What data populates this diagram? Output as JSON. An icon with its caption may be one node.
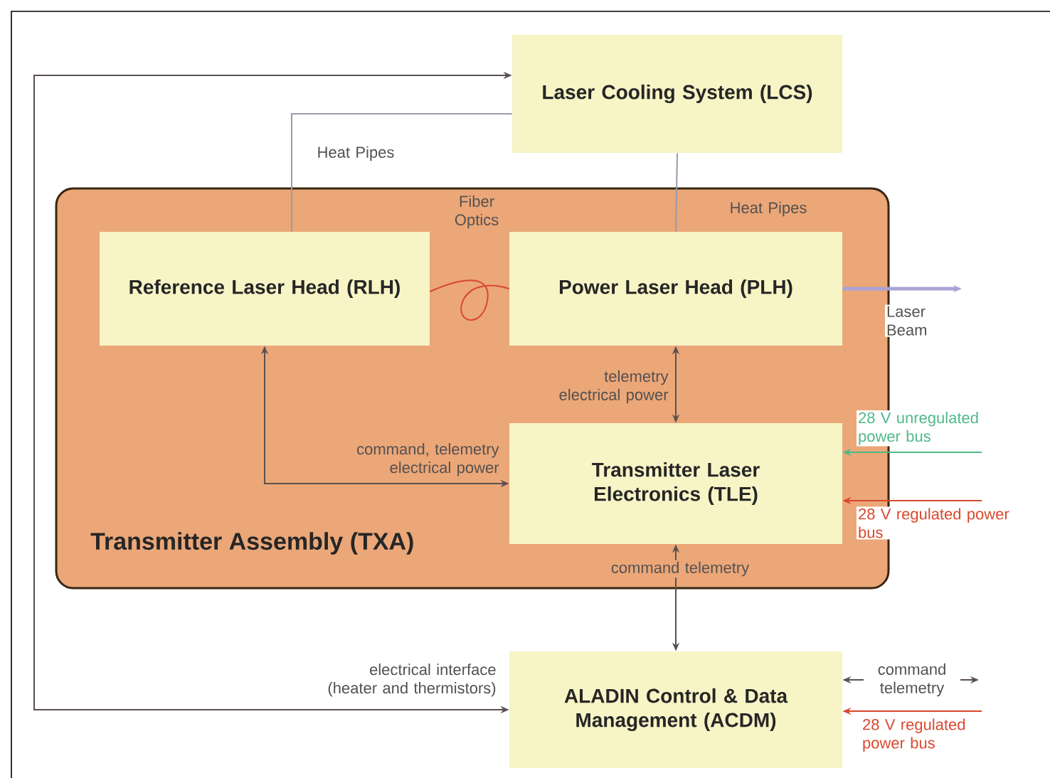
{
  "diagram": {
    "nodes": [
      {
        "text": [
          "Laser Cooling System (LCS)"
        ]
      },
      {
        "text": [
          "Transmitter Assembly (TXA)"
        ]
      },
      {
        "text": [
          "Reference Laser Head (RLH)"
        ],
        "in": 1
      },
      {
        "text": [
          "Power Laser Head (PLH)"
        ],
        "in": 1
      },
      {
        "text": [
          "Transmitter Laser Electronics (TLE)"
        ],
        "in": 1
      },
      {
        "text": [
          "ALADIN Control & Data Management (ACDM)"
        ]
      }
    ],
    "edges": [
      {
        "from": 0,
        "to": 5,
        "arrow": "both",
        "label": "electrical interface (heater and thermistors)"
      },
      {
        "from": 0,
        "to": 2,
        "arrow": "none",
        "label": "Heat Pipes",
        "color": "#9a9aac"
      },
      {
        "from": 0,
        "to": 3,
        "arrow": "none",
        "label": "Heat Pipes",
        "color": "#9a9aac"
      },
      {
        "from": 2,
        "to": 3,
        "arrow": "none",
        "label": "Fiber Optics",
        "color": "#d9482e"
      },
      {
        "from": 3,
        "to": 4,
        "arrow": "both",
        "label": "telemetry electrical power"
      },
      {
        "from": 2,
        "to": 4,
        "arrow": "both",
        "label": "command, telemetry electrical power"
      },
      {
        "from": 4,
        "to": 5,
        "arrow": "both",
        "label": "command telemetry"
      },
      {
        "from": 3,
        "to": null,
        "arrow": "to",
        "label": "Laser Beam",
        "color": "#a9a3d6",
        "style": "thick"
      },
      {
        "from": null,
        "to": 4,
        "arrow": "to",
        "label": "28 V unregulated power bus",
        "color": "#4fb88a"
      },
      {
        "from": null,
        "to": 4,
        "arrow": "to",
        "label": "28 V regulated power bus",
        "color": "#d9482e"
      },
      {
        "from": null,
        "to": 5,
        "arrow": "both",
        "label": "command telemetry"
      },
      {
        "from": null,
        "to": 5,
        "arrow": "to",
        "label": "28 V regulated power bus",
        "color": "#d9482e"
      }
    ]
  }
}
